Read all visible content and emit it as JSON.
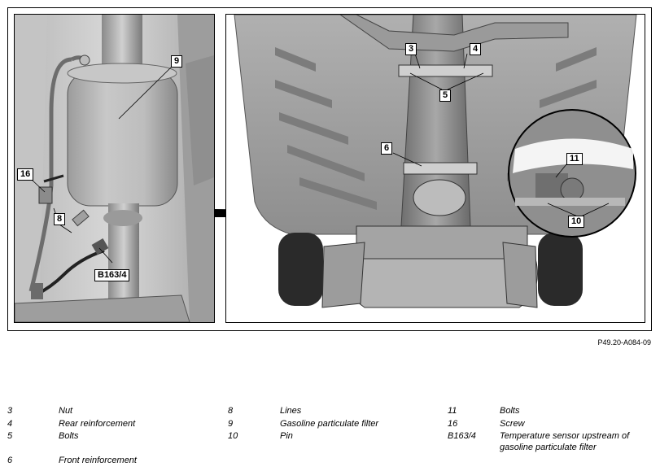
{
  "figure": {
    "code": "P49.20-A084-09",
    "left_callouts": {
      "c9": "9",
      "c16": "16",
      "c8": "8",
      "cB163": "B163/4"
    },
    "right_callouts": {
      "c3": "3",
      "c4": "4",
      "c5": "5",
      "c6": "6",
      "c11": "11",
      "c10": "10"
    }
  },
  "legend": [
    {
      "num": "3",
      "text": "Nut"
    },
    {
      "num": "4",
      "text": "Rear reinforcement"
    },
    {
      "num": "5",
      "text": "Bolts"
    },
    {
      "num": "6",
      "text": "Front reinforcement"
    },
    {
      "num": "8",
      "text": "Lines"
    },
    {
      "num": "9",
      "text": "Gasoline particulate filter"
    },
    {
      "num": "10",
      "text": "Pin"
    },
    {
      "num": "11",
      "text": "Bolts"
    },
    {
      "num": "16",
      "text": "Screw"
    },
    {
      "num": "B163/4",
      "text": "Temperature sensor upstream of gasoline particulate filter"
    }
  ]
}
